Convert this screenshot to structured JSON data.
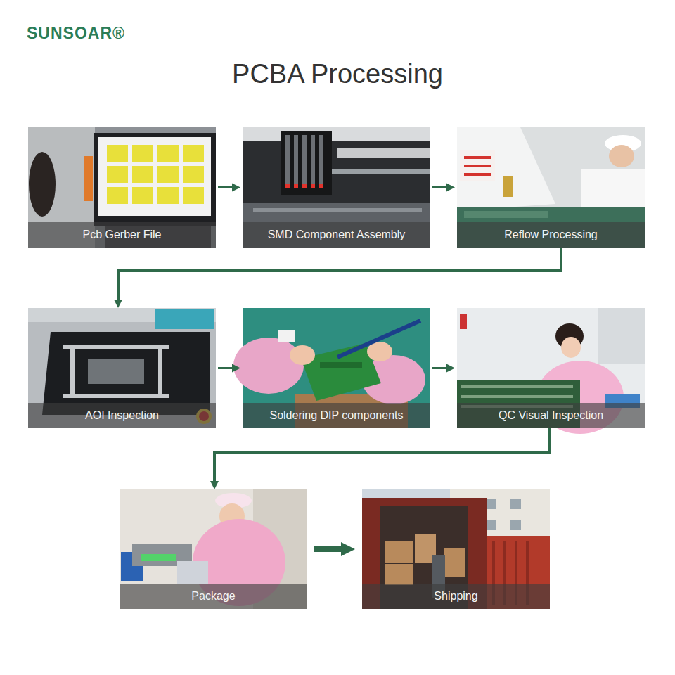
{
  "diagram": {
    "title": "PCBA Processing",
    "nodes": [
      {
        "text": [
          "Pcb Gerber File"
        ]
      },
      {
        "text": [
          "SMD Component Assembly"
        ]
      },
      {
        "text": [
          "Reflow Processing"
        ]
      },
      {
        "text": [
          "AOI Inspection"
        ]
      },
      {
        "text": [
          "Soldering DIP components"
        ]
      },
      {
        "text": [
          "QC Visual Inspection"
        ]
      },
      {
        "text": [
          "Package"
        ]
      },
      {
        "text": [
          "Shipping"
        ]
      }
    ],
    "edges": [
      {
        "from": 0,
        "to": 1,
        "arrow": "to"
      },
      {
        "from": 1,
        "to": 2,
        "arrow": "to"
      },
      {
        "from": 2,
        "to": 3,
        "arrow": "to"
      },
      {
        "from": 3,
        "to": 4,
        "arrow": "to"
      },
      {
        "from": 4,
        "to": 5,
        "arrow": "to"
      },
      {
        "from": 5,
        "to": 6,
        "arrow": "to"
      },
      {
        "from": 6,
        "to": 7,
        "arrow": "to"
      }
    ],
    "labels": [
      "SUNSOAR®"
    ]
  }
}
